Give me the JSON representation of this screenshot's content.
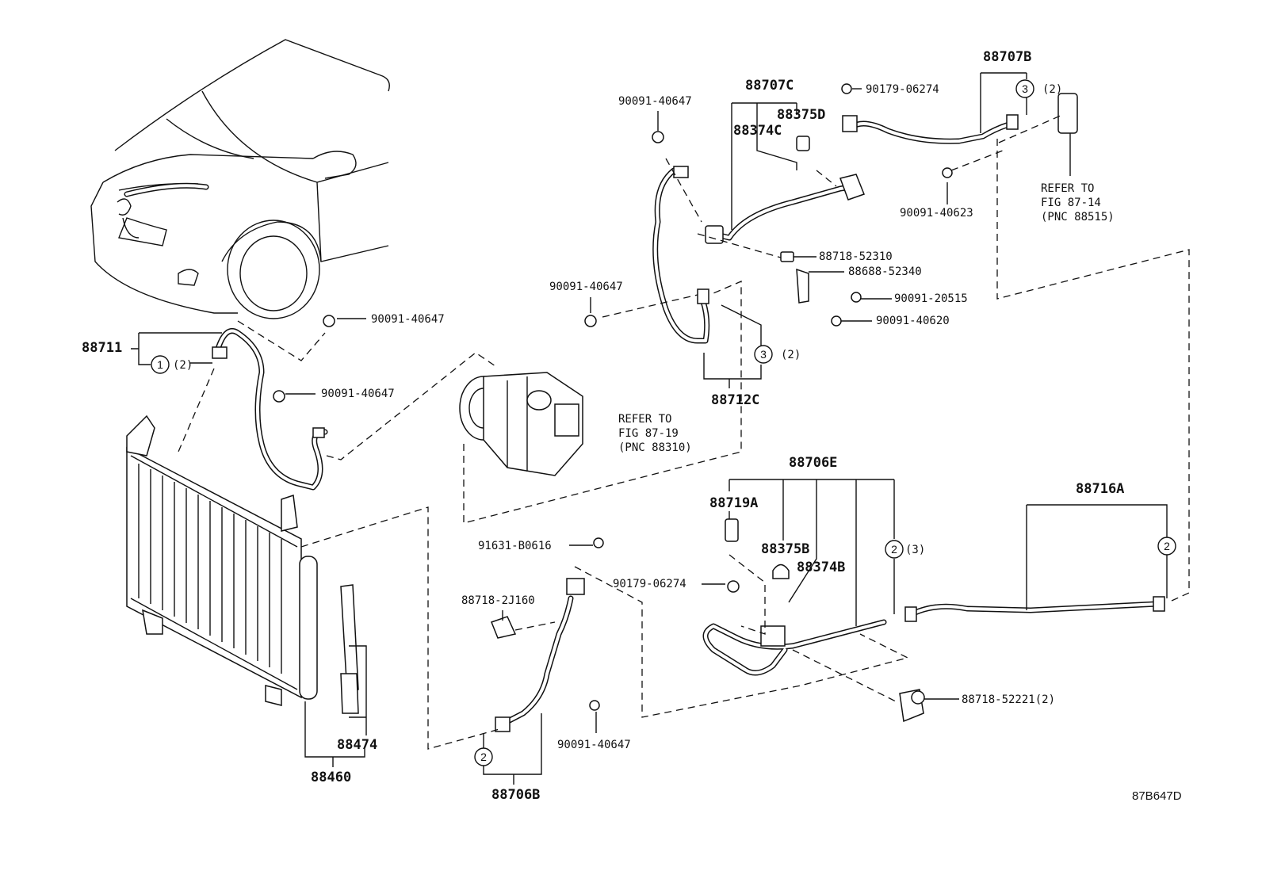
{
  "diagram_code": "87B647D",
  "callouts": {
    "c88707B": "88707B",
    "c88707C": "88707C",
    "c88375D": "88375D",
    "c88374C": "88374C",
    "c90091_40647_a": "90091-40647",
    "c90179_06274_a": "90179-06274",
    "c3_top_num": "3",
    "c3_top_qty": "(2)",
    "c90091_40623": "90091-40623",
    "refer_87_14_line1": "REFER TO",
    "refer_87_14_line2": "FIG 87-14",
    "refer_87_14_line3": "(PNC 88515)",
    "c88718_52310": "88718-52310",
    "c88688_52340": "88688-52340",
    "c90091_20515": "90091-20515",
    "c90091_40620": "90091-40620",
    "c90091_40647_b": "90091-40647",
    "c3_mid_num": "3",
    "c3_mid_qty": "(2)",
    "c88712C": "88712C",
    "c88711": "88711",
    "c1_num": "1",
    "c1_qty": "(2)",
    "c90091_40647_c": "90091-40647",
    "c90091_40647_d": "90091-40647",
    "refer_87_19_line1": "REFER TO",
    "refer_87_19_line2": "FIG 87-19",
    "refer_87_19_line3": "(PNC 88310)",
    "c88706E": "88706E",
    "c88719A": "88719A",
    "c88375B": "88375B",
    "c88374B": "88374B",
    "c2_mid_num": "2",
    "c2_mid_qty": "(3)",
    "c88716A": "88716A",
    "c2_right_num": "2",
    "c91631_B0616": "91631-B0616",
    "c88718_2J160": "88718-2J160",
    "c90179_06274_b": "90179-06274",
    "c88718_52221": "88718-52221(2)",
    "c90091_40647_e": "90091-40647",
    "c2_bottom_num": "2",
    "c88706B": "88706B",
    "c88474": "88474",
    "c88460": "88460"
  }
}
